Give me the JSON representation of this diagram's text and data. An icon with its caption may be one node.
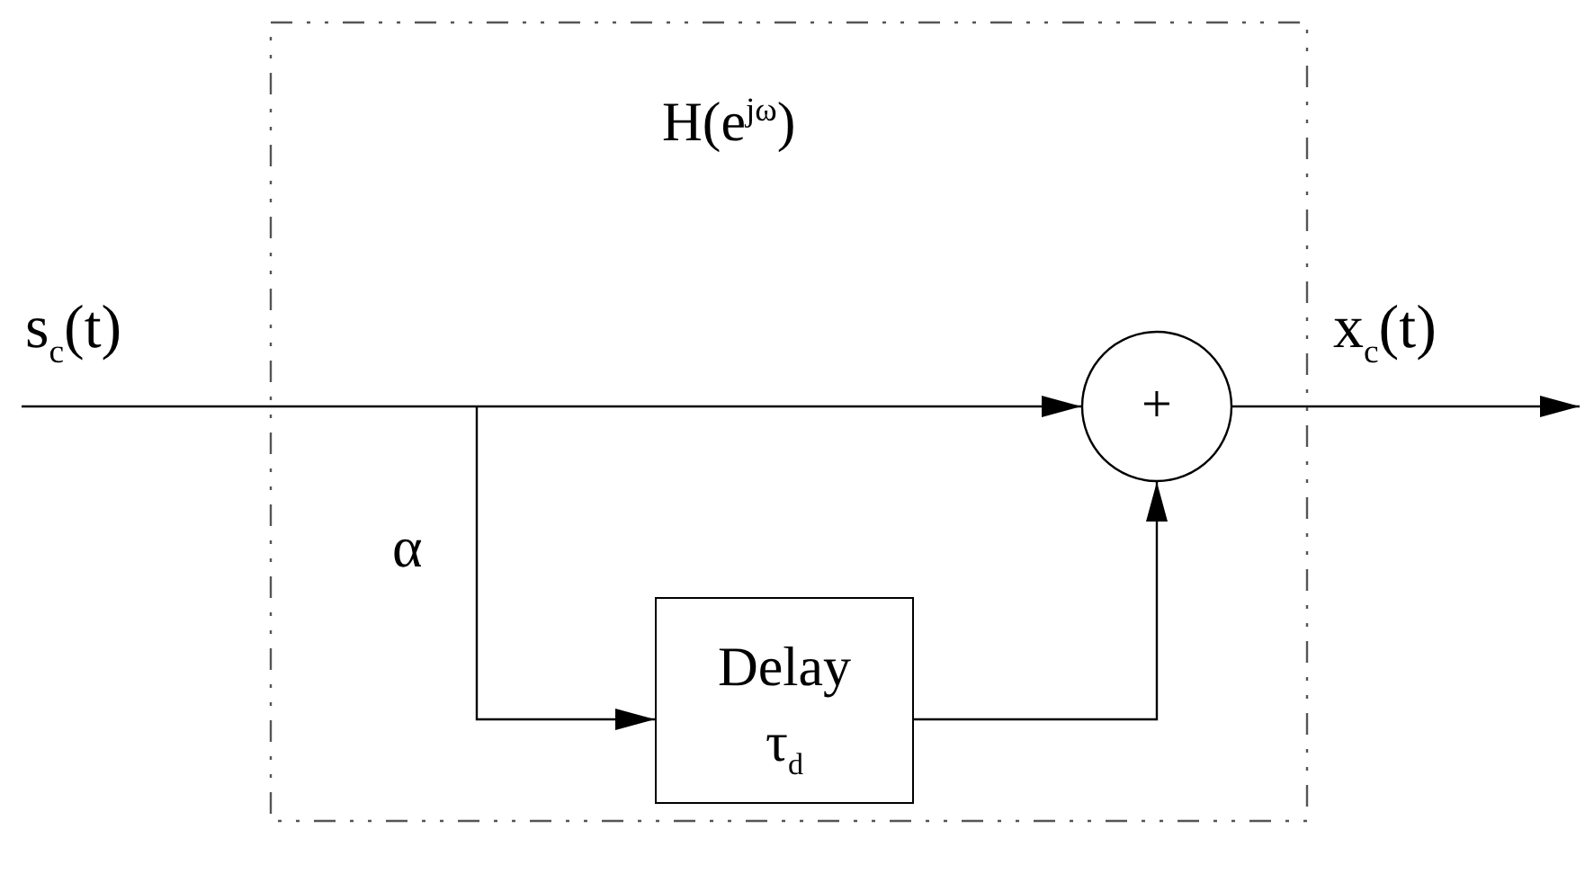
{
  "diagram": {
    "nodes": [
      {
        "text": [
          "H(e$^{jω}$)"
        ]
      },
      {
        "text": [
          "+"
        ],
        "in": 0
      },
      {
        "text": [
          "Delay",
          "τ$_{d}$"
        ],
        "in": 0
      }
    ],
    "edges": [
      {
        "from": null,
        "to": 1,
        "arrow": "to",
        "label": "s$_{c}$(t)"
      },
      {
        "from": null,
        "to": 2,
        "arrow": "to"
      },
      {
        "from": 2,
        "to": 1,
        "arrow": "to"
      },
      {
        "from": 1,
        "to": null,
        "arrow": "to",
        "label": "x$_{c}$(t)"
      }
    ],
    "labels": [
      "α"
    ]
  }
}
